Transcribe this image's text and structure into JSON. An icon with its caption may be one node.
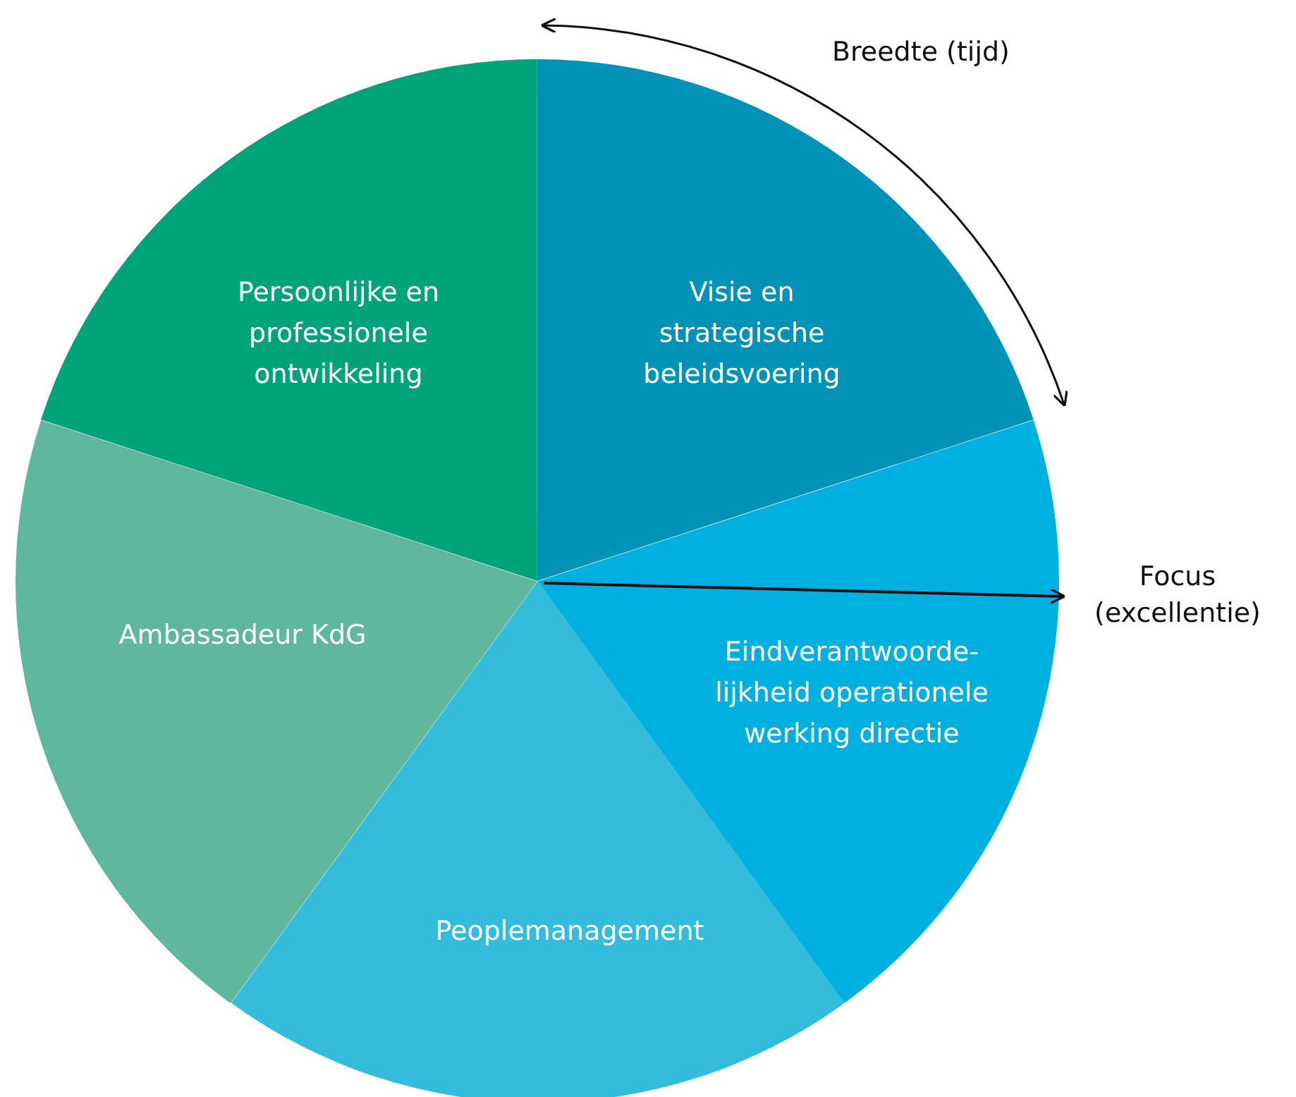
{
  "diagram": {
    "nodes": [
      {
        "text": [
          "Persoonlijke en professionele ontwikkeling"
        ]
      },
      {
        "text": [
          "Visie en strategische beleidsvoering"
        ]
      },
      {
        "text": [
          "Ambassadeur KdG"
        ]
      },
      {
        "text": [
          "Eindverantwoorde- lijkheid operationele werking directie"
        ]
      },
      {
        "text": [
          "Peoplemanagement"
        ]
      },
      {
        "text": [
          "Focus (excellentie)"
        ]
      }
    ],
    "edges": [
      {
        "from": 3,
        "to": 5,
        "arrow": "to"
      }
    ],
    "labels": [
      "Breedte (tijd)"
    ]
  }
}
